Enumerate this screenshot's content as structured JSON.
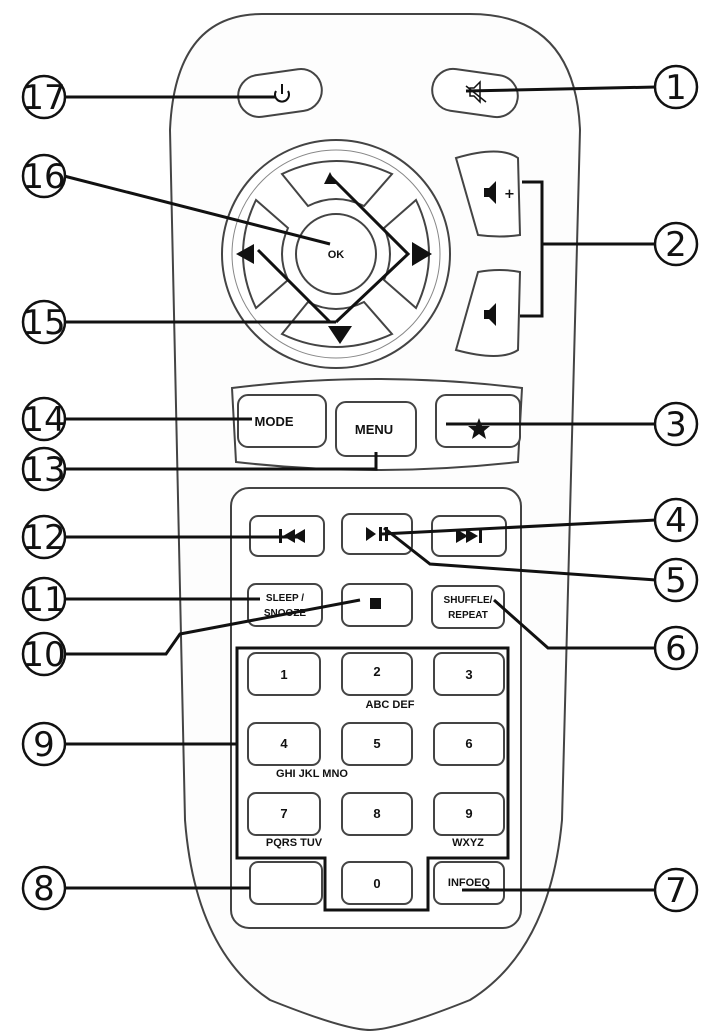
{
  "buttons": {
    "ok": "OK",
    "mode": "MODE",
    "menu": "MENU",
    "sleep_line1": "SLEEP /",
    "sleep_line2": "SNOOZE",
    "shuffle_line1": "SHUFFLE/",
    "shuffle_line2": "REPEAT",
    "info": "INFOEQ",
    "keys": [
      "1",
      "2",
      "3",
      "4",
      "5",
      "6",
      "7",
      "8",
      "9",
      "0"
    ],
    "letters_2": "ABC DEF",
    "letters_4": "GHI JKL MNO",
    "letters_7": "PQRS TUV",
    "letters_9": "WXYZ"
  },
  "callouts": [
    "1",
    "2",
    "3",
    "4",
    "5",
    "6",
    "7",
    "8",
    "9",
    "10",
    "11",
    "12",
    "13",
    "14",
    "15",
    "16",
    "17"
  ],
  "icons": [
    "power-icon",
    "mute-icon",
    "volume-up-icon",
    "volume-down-icon",
    "favourite-star-icon",
    "previous-track-icon",
    "play-pause-icon",
    "next-track-icon",
    "stop-icon",
    "arrow-up-icon",
    "arrow-down-icon",
    "arrow-left-icon",
    "arrow-right-icon"
  ]
}
